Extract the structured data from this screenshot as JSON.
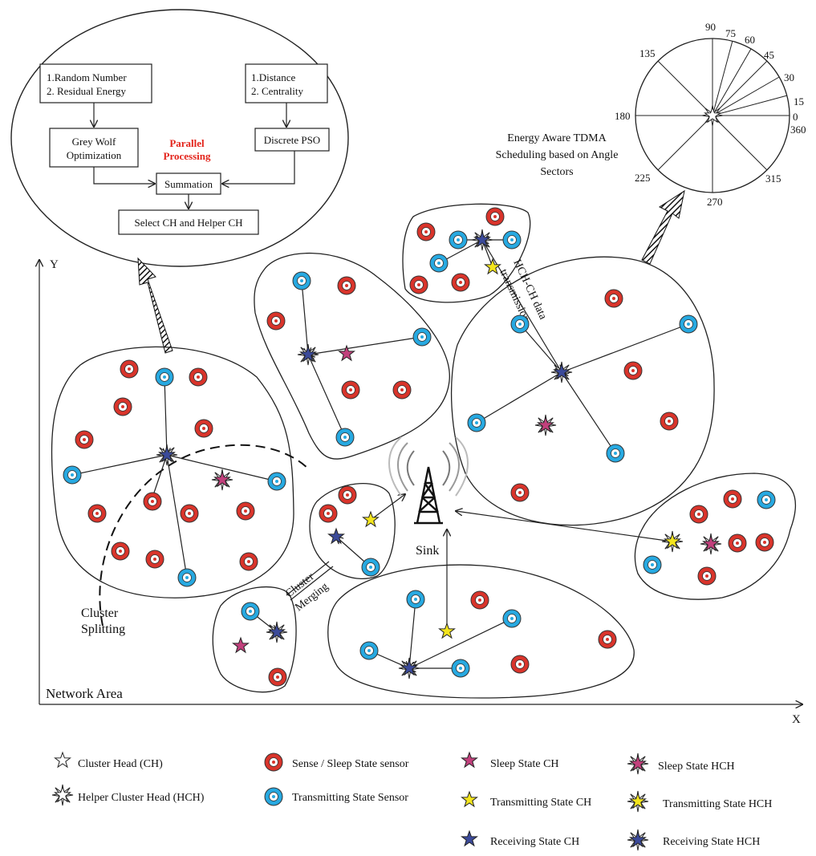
{
  "colors": {
    "sense": "#d9342b",
    "transmit": "#27a9e1",
    "sleep_star": "#c2407c",
    "tx_star": "#f4e51d",
    "rx_star": "#3b4a9a",
    "parallel": "#e3241b"
  },
  "flowchart": {
    "box_random": [
      "1.Random Number",
      "2. Residual Energy"
    ],
    "box_distance": [
      "1.Distance",
      "2. Centrality"
    ],
    "box_gwo": [
      "Grey Wolf",
      "Optimization"
    ],
    "box_pso": "Discrete PSO",
    "parallel": [
      "Parallel",
      "Processing"
    ],
    "box_sum": "Summation",
    "box_select": "Select CH and Helper CH"
  },
  "angles": {
    "labels": [
      "0",
      "15",
      "30",
      "45",
      "60",
      "75",
      "90",
      "135",
      "180",
      "225",
      "270",
      "315",
      "360"
    ],
    "caption": [
      "Energy Aware TDMA",
      "Scheduling based on Angle",
      "Sectors"
    ]
  },
  "network": {
    "y_axis": "Y",
    "x_axis": "X",
    "area": "Network Area",
    "sink": "Sink",
    "hch_ch": [
      "HCH-CH data",
      "transmission"
    ],
    "merging": [
      "Cluster",
      "Merging"
    ],
    "splitting": [
      "Cluster",
      "Splitting"
    ]
  },
  "legend": {
    "ch": "Cluster Head (CH)",
    "hch": "Helper Cluster Head (HCH)",
    "sense": "Sense / Sleep State sensor",
    "transmit": "Transmitting State Sensor",
    "sleep_ch": "Sleep State CH",
    "tx_ch": "Transmitting State CH",
    "rx_ch": "Receiving State CH",
    "sleep_hch": "Sleep State HCH",
    "tx_hch": "Transmitting State HCH",
    "rx_hch": "Receiving State HCH"
  }
}
